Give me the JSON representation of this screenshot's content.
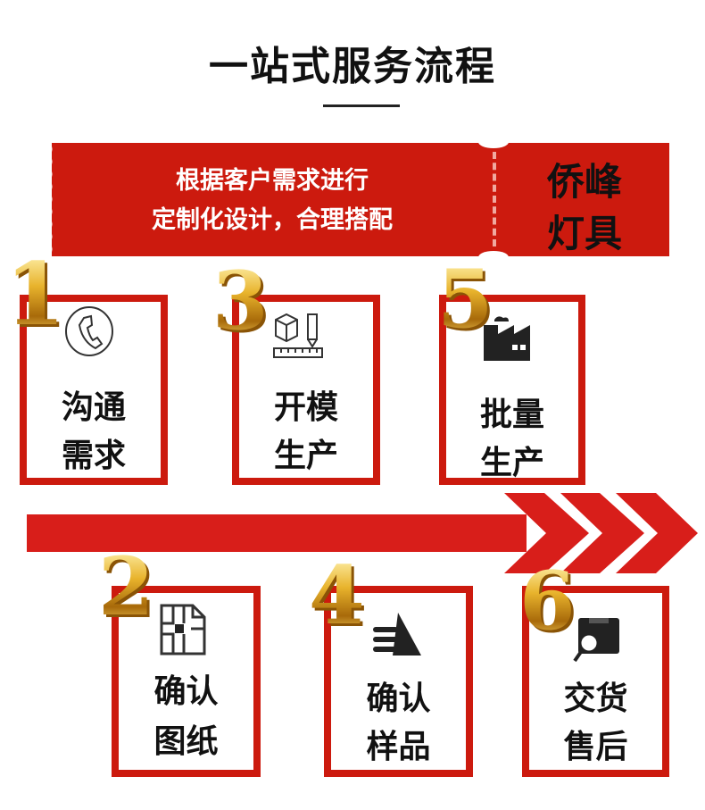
{
  "title": "一站式服务流程",
  "banner": {
    "line1": "根据客户需求进行",
    "line2": "定制化设计，合理搭配",
    "brand_line1": "侨峰",
    "brand_line2": "灯具"
  },
  "steps": [
    {
      "number": "1",
      "line1": "沟通",
      "line2": "需求",
      "icon": "phone-icon"
    },
    {
      "number": "2",
      "line1": "确认",
      "line2": "图纸",
      "icon": "blueprint-icon"
    },
    {
      "number": "3",
      "line1": "开模",
      "line2": "生产",
      "icon": "mold-design-icon"
    },
    {
      "number": "4",
      "line1": "确认",
      "line2": "样品",
      "icon": "sample-icon"
    },
    {
      "number": "5",
      "line1": "批量",
      "line2": "生产",
      "icon": "factory-icon"
    },
    {
      "number": "6",
      "line1": "交货",
      "line2": "售后",
      "icon": "delivery-inspect-icon"
    }
  ],
  "colors": {
    "red": "#cc1a0e",
    "arrow": "#d81e1a",
    "gold": "#e2a622"
  }
}
